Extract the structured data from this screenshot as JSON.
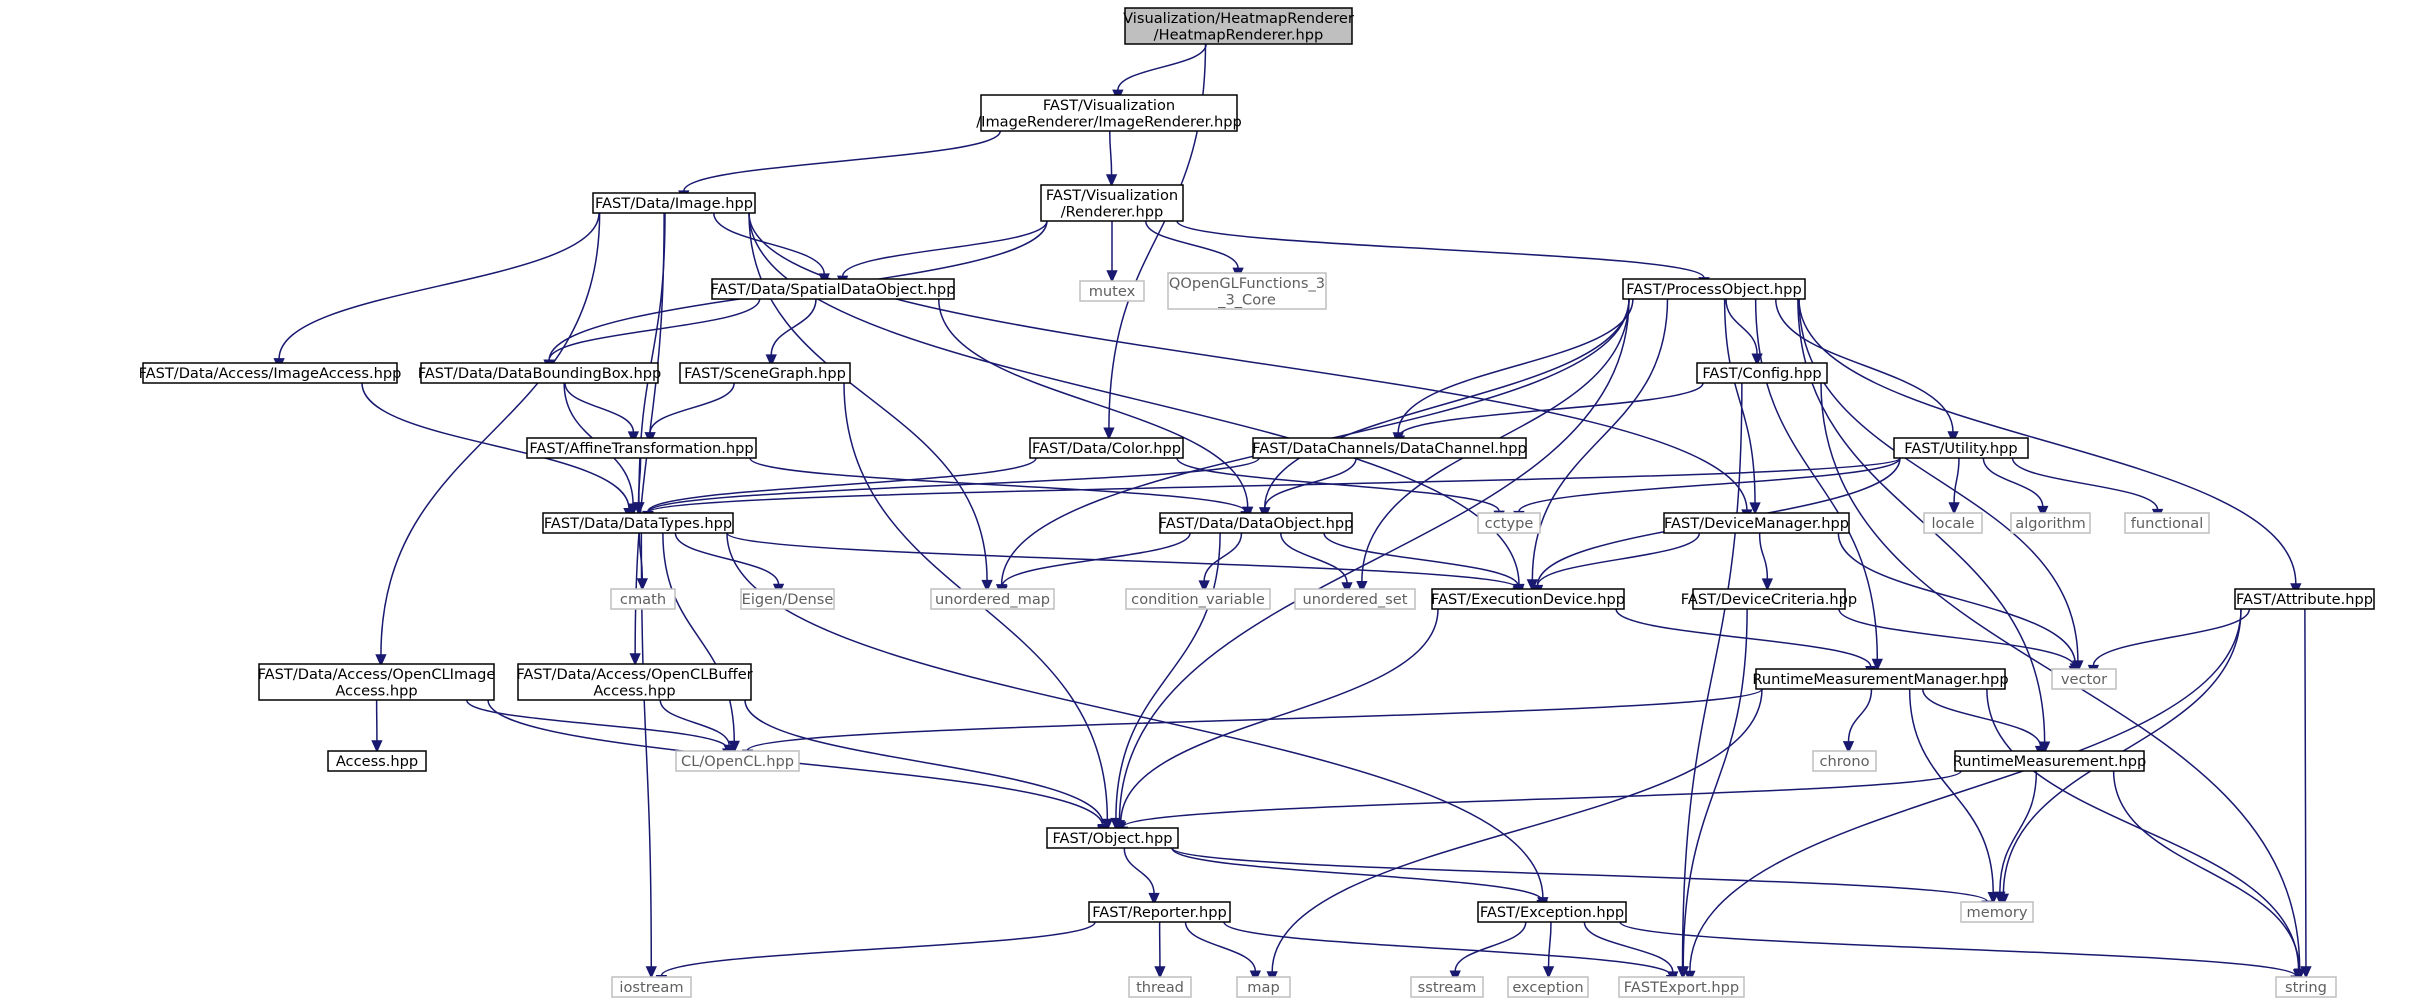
{
  "diagram": {
    "kind": "include dependency graph",
    "colors": {
      "edge": "#191970",
      "root_fill": "#bfbfbf",
      "node_border": "#000000",
      "external_border": "#bfbfbf",
      "external_text": "#606060"
    },
    "nodes": [
      {
        "id": "heatmaprenderer",
        "lines": [
          "Visualization/HeatmapRenderer",
          "/HeatmapRenderer.hpp"
        ],
        "style": "root"
      },
      {
        "id": "imagerenderer",
        "lines": [
          "FAST/Visualization",
          "/ImageRenderer/ImageRenderer.hpp"
        ],
        "style": "normal"
      },
      {
        "id": "image",
        "lines": [
          "FAST/Data/Image.hpp"
        ],
        "style": "normal"
      },
      {
        "id": "renderer",
        "lines": [
          "FAST/Visualization",
          "/Renderer.hpp"
        ],
        "style": "normal"
      },
      {
        "id": "spatialdataobject",
        "lines": [
          "FAST/Data/SpatialDataObject.hpp"
        ],
        "style": "normal"
      },
      {
        "id": "mutex",
        "lines": [
          "mutex"
        ],
        "style": "external"
      },
      {
        "id": "qopengl",
        "lines": [
          "QOpenGLFunctions_3",
          "_3_Core"
        ],
        "style": "external"
      },
      {
        "id": "processobject",
        "lines": [
          "FAST/ProcessObject.hpp"
        ],
        "style": "normal"
      },
      {
        "id": "imageaccess",
        "lines": [
          "FAST/Data/Access/ImageAccess.hpp"
        ],
        "style": "normal"
      },
      {
        "id": "databoundingbox",
        "lines": [
          "FAST/Data/DataBoundingBox.hpp"
        ],
        "style": "normal"
      },
      {
        "id": "scenegraph",
        "lines": [
          "FAST/SceneGraph.hpp"
        ],
        "style": "normal"
      },
      {
        "id": "config",
        "lines": [
          "FAST/Config.hpp"
        ],
        "style": "normal"
      },
      {
        "id": "affinetransformation",
        "lines": [
          "FAST/AffineTransformation.hpp"
        ],
        "style": "normal"
      },
      {
        "id": "color",
        "lines": [
          "FAST/Data/Color.hpp"
        ],
        "style": "normal"
      },
      {
        "id": "datachannel",
        "lines": [
          "FAST/DataChannels/DataChannel.hpp"
        ],
        "style": "normal"
      },
      {
        "id": "utility",
        "lines": [
          "FAST/Utility.hpp"
        ],
        "style": "normal"
      },
      {
        "id": "datatypes",
        "lines": [
          "FAST/Data/DataTypes.hpp"
        ],
        "style": "normal"
      },
      {
        "id": "dataobject",
        "lines": [
          "FAST/Data/DataObject.hpp"
        ],
        "style": "normal"
      },
      {
        "id": "cctype",
        "lines": [
          "cctype"
        ],
        "style": "external"
      },
      {
        "id": "devicemanager",
        "lines": [
          "FAST/DeviceManager.hpp"
        ],
        "style": "normal"
      },
      {
        "id": "locale",
        "lines": [
          "locale"
        ],
        "style": "external"
      },
      {
        "id": "algorithm",
        "lines": [
          "algorithm"
        ],
        "style": "external"
      },
      {
        "id": "functional",
        "lines": [
          "functional"
        ],
        "style": "external"
      },
      {
        "id": "cmath",
        "lines": [
          "cmath"
        ],
        "style": "external"
      },
      {
        "id": "eigendense",
        "lines": [
          "Eigen/Dense"
        ],
        "style": "external"
      },
      {
        "id": "unordered_map",
        "lines": [
          "unordered_map"
        ],
        "style": "external"
      },
      {
        "id": "condition_variable",
        "lines": [
          "condition_variable"
        ],
        "style": "external"
      },
      {
        "id": "unordered_set",
        "lines": [
          "unordered_set"
        ],
        "style": "external"
      },
      {
        "id": "executiondevice",
        "lines": [
          "FAST/ExecutionDevice.hpp"
        ],
        "style": "normal"
      },
      {
        "id": "devicecriteria",
        "lines": [
          "FAST/DeviceCriteria.hpp"
        ],
        "style": "normal"
      },
      {
        "id": "attribute",
        "lines": [
          "FAST/Attribute.hpp"
        ],
        "style": "normal"
      },
      {
        "id": "openclimageaccess",
        "lines": [
          "FAST/Data/Access/OpenCLImage",
          "Access.hpp"
        ],
        "style": "normal"
      },
      {
        "id": "openclbufferaccess",
        "lines": [
          "FAST/Data/Access/OpenCLBuffer",
          "Access.hpp"
        ],
        "style": "normal"
      },
      {
        "id": "runtimemeasurementmanager",
        "lines": [
          "RuntimeMeasurementManager.hpp"
        ],
        "style": "normal"
      },
      {
        "id": "vector",
        "lines": [
          "vector"
        ],
        "style": "external"
      },
      {
        "id": "access",
        "lines": [
          "Access.hpp"
        ],
        "style": "normal"
      },
      {
        "id": "clopencl",
        "lines": [
          "CL/OpenCL.hpp"
        ],
        "style": "external"
      },
      {
        "id": "chrono",
        "lines": [
          "chrono"
        ],
        "style": "external"
      },
      {
        "id": "runtimemeasurement",
        "lines": [
          "RuntimeMeasurement.hpp"
        ],
        "style": "normal"
      },
      {
        "id": "object",
        "lines": [
          "FAST/Object.hpp"
        ],
        "style": "normal"
      },
      {
        "id": "reporter",
        "lines": [
          "FAST/Reporter.hpp"
        ],
        "style": "normal"
      },
      {
        "id": "exception",
        "lines": [
          "FAST/Exception.hpp"
        ],
        "style": "normal"
      },
      {
        "id": "memory",
        "lines": [
          "memory"
        ],
        "style": "external"
      },
      {
        "id": "iostream",
        "lines": [
          "iostream"
        ],
        "style": "external"
      },
      {
        "id": "thread",
        "lines": [
          "thread"
        ],
        "style": "external"
      },
      {
        "id": "map",
        "lines": [
          "map"
        ],
        "style": "external"
      },
      {
        "id": "sstream",
        "lines": [
          "sstream"
        ],
        "style": "external"
      },
      {
        "id": "exception_std",
        "lines": [
          "exception"
        ],
        "style": "external"
      },
      {
        "id": "fastexport",
        "lines": [
          "FASTExport.hpp"
        ],
        "style": "external"
      },
      {
        "id": "string",
        "lines": [
          "string"
        ],
        "style": "external"
      }
    ],
    "edges": [
      [
        "heatmaprenderer",
        "imagerenderer"
      ],
      [
        "heatmaprenderer",
        "color"
      ],
      [
        "imagerenderer",
        "image"
      ],
      [
        "imagerenderer",
        "renderer"
      ],
      [
        "image",
        "spatialdataobject"
      ],
      [
        "image",
        "imageaccess"
      ],
      [
        "image",
        "datatypes"
      ],
      [
        "image",
        "openclimageaccess"
      ],
      [
        "image",
        "openclbufferaccess"
      ],
      [
        "image",
        "devicemanager"
      ],
      [
        "image",
        "unordered_map"
      ],
      [
        "image",
        "executiondevice"
      ],
      [
        "renderer",
        "spatialdataobject"
      ],
      [
        "renderer",
        "databoundingbox"
      ],
      [
        "renderer",
        "mutex"
      ],
      [
        "renderer",
        "qopengl"
      ],
      [
        "renderer",
        "processobject"
      ],
      [
        "spatialdataobject",
        "databoundingbox"
      ],
      [
        "spatialdataobject",
        "scenegraph"
      ],
      [
        "spatialdataobject",
        "dataobject"
      ],
      [
        "imageaccess",
        "datatypes"
      ],
      [
        "databoundingbox",
        "affinetransformation"
      ],
      [
        "databoundingbox",
        "datatypes"
      ],
      [
        "scenegraph",
        "affinetransformation"
      ],
      [
        "scenegraph",
        "object"
      ],
      [
        "affinetransformation",
        "datatypes"
      ],
      [
        "affinetransformation",
        "dataobject"
      ],
      [
        "color",
        "datatypes"
      ],
      [
        "color",
        "cctype"
      ],
      [
        "processobject",
        "object"
      ],
      [
        "processobject",
        "unordered_map"
      ],
      [
        "processobject",
        "datachannel"
      ],
      [
        "processobject",
        "dataobject"
      ],
      [
        "processobject",
        "unordered_set"
      ],
      [
        "processobject",
        "executiondevice"
      ],
      [
        "processobject",
        "config"
      ],
      [
        "processobject",
        "devicemanager"
      ],
      [
        "processobject",
        "utility"
      ],
      [
        "processobject",
        "runtimemeasurementmanager"
      ],
      [
        "processobject",
        "vector"
      ],
      [
        "processobject",
        "runtimemeasurement"
      ],
      [
        "processobject",
        "attribute"
      ],
      [
        "config",
        "datachannel"
      ],
      [
        "config",
        "fastexport"
      ],
      [
        "config",
        "string"
      ],
      [
        "datachannel",
        "dataobject"
      ],
      [
        "datachannel",
        "datatypes"
      ],
      [
        "utility",
        "datatypes"
      ],
      [
        "utility",
        "cctype"
      ],
      [
        "utility",
        "executiondevice"
      ],
      [
        "utility",
        "locale"
      ],
      [
        "utility",
        "algorithm"
      ],
      [
        "utility",
        "functional"
      ],
      [
        "datatypes",
        "cmath"
      ],
      [
        "datatypes",
        "eigendense"
      ],
      [
        "datatypes",
        "executiondevice"
      ],
      [
        "datatypes",
        "clopencl"
      ],
      [
        "datatypes",
        "iostream"
      ],
      [
        "datatypes",
        "exception"
      ],
      [
        "dataobject",
        "unordered_map"
      ],
      [
        "dataobject",
        "condition_variable"
      ],
      [
        "dataobject",
        "unordered_set"
      ],
      [
        "dataobject",
        "executiondevice"
      ],
      [
        "dataobject",
        "object"
      ],
      [
        "devicemanager",
        "executiondevice"
      ],
      [
        "devicemanager",
        "devicecriteria"
      ],
      [
        "devicemanager",
        "vector"
      ],
      [
        "devicecriteria",
        "vector"
      ],
      [
        "devicecriteria",
        "fastexport"
      ],
      [
        "executiondevice",
        "runtimemeasurementmanager"
      ],
      [
        "executiondevice",
        "object"
      ],
      [
        "attribute",
        "vector"
      ],
      [
        "attribute",
        "memory"
      ],
      [
        "attribute",
        "string"
      ],
      [
        "attribute",
        "fastexport"
      ],
      [
        "openclimageaccess",
        "access"
      ],
      [
        "openclimageaccess",
        "clopencl"
      ],
      [
        "openclimageaccess",
        "object"
      ],
      [
        "openclbufferaccess",
        "clopencl"
      ],
      [
        "openclbufferaccess",
        "object"
      ],
      [
        "runtimemeasurementmanager",
        "clopencl"
      ],
      [
        "runtimemeasurementmanager",
        "chrono"
      ],
      [
        "runtimemeasurementmanager",
        "runtimemeasurement"
      ],
      [
        "runtimemeasurementmanager",
        "memory"
      ],
      [
        "runtimemeasurementmanager",
        "map"
      ],
      [
        "runtimemeasurementmanager",
        "string"
      ],
      [
        "runtimemeasurement",
        "object"
      ],
      [
        "runtimemeasurement",
        "memory"
      ],
      [
        "runtimemeasurement",
        "string"
      ],
      [
        "object",
        "reporter"
      ],
      [
        "object",
        "exception"
      ],
      [
        "object",
        "memory"
      ],
      [
        "reporter",
        "iostream"
      ],
      [
        "reporter",
        "thread"
      ],
      [
        "reporter",
        "map"
      ],
      [
        "reporter",
        "fastexport"
      ],
      [
        "exception",
        "sstream"
      ],
      [
        "exception",
        "exception_std"
      ],
      [
        "exception",
        "fastexport"
      ],
      [
        "exception",
        "string"
      ]
    ]
  }
}
